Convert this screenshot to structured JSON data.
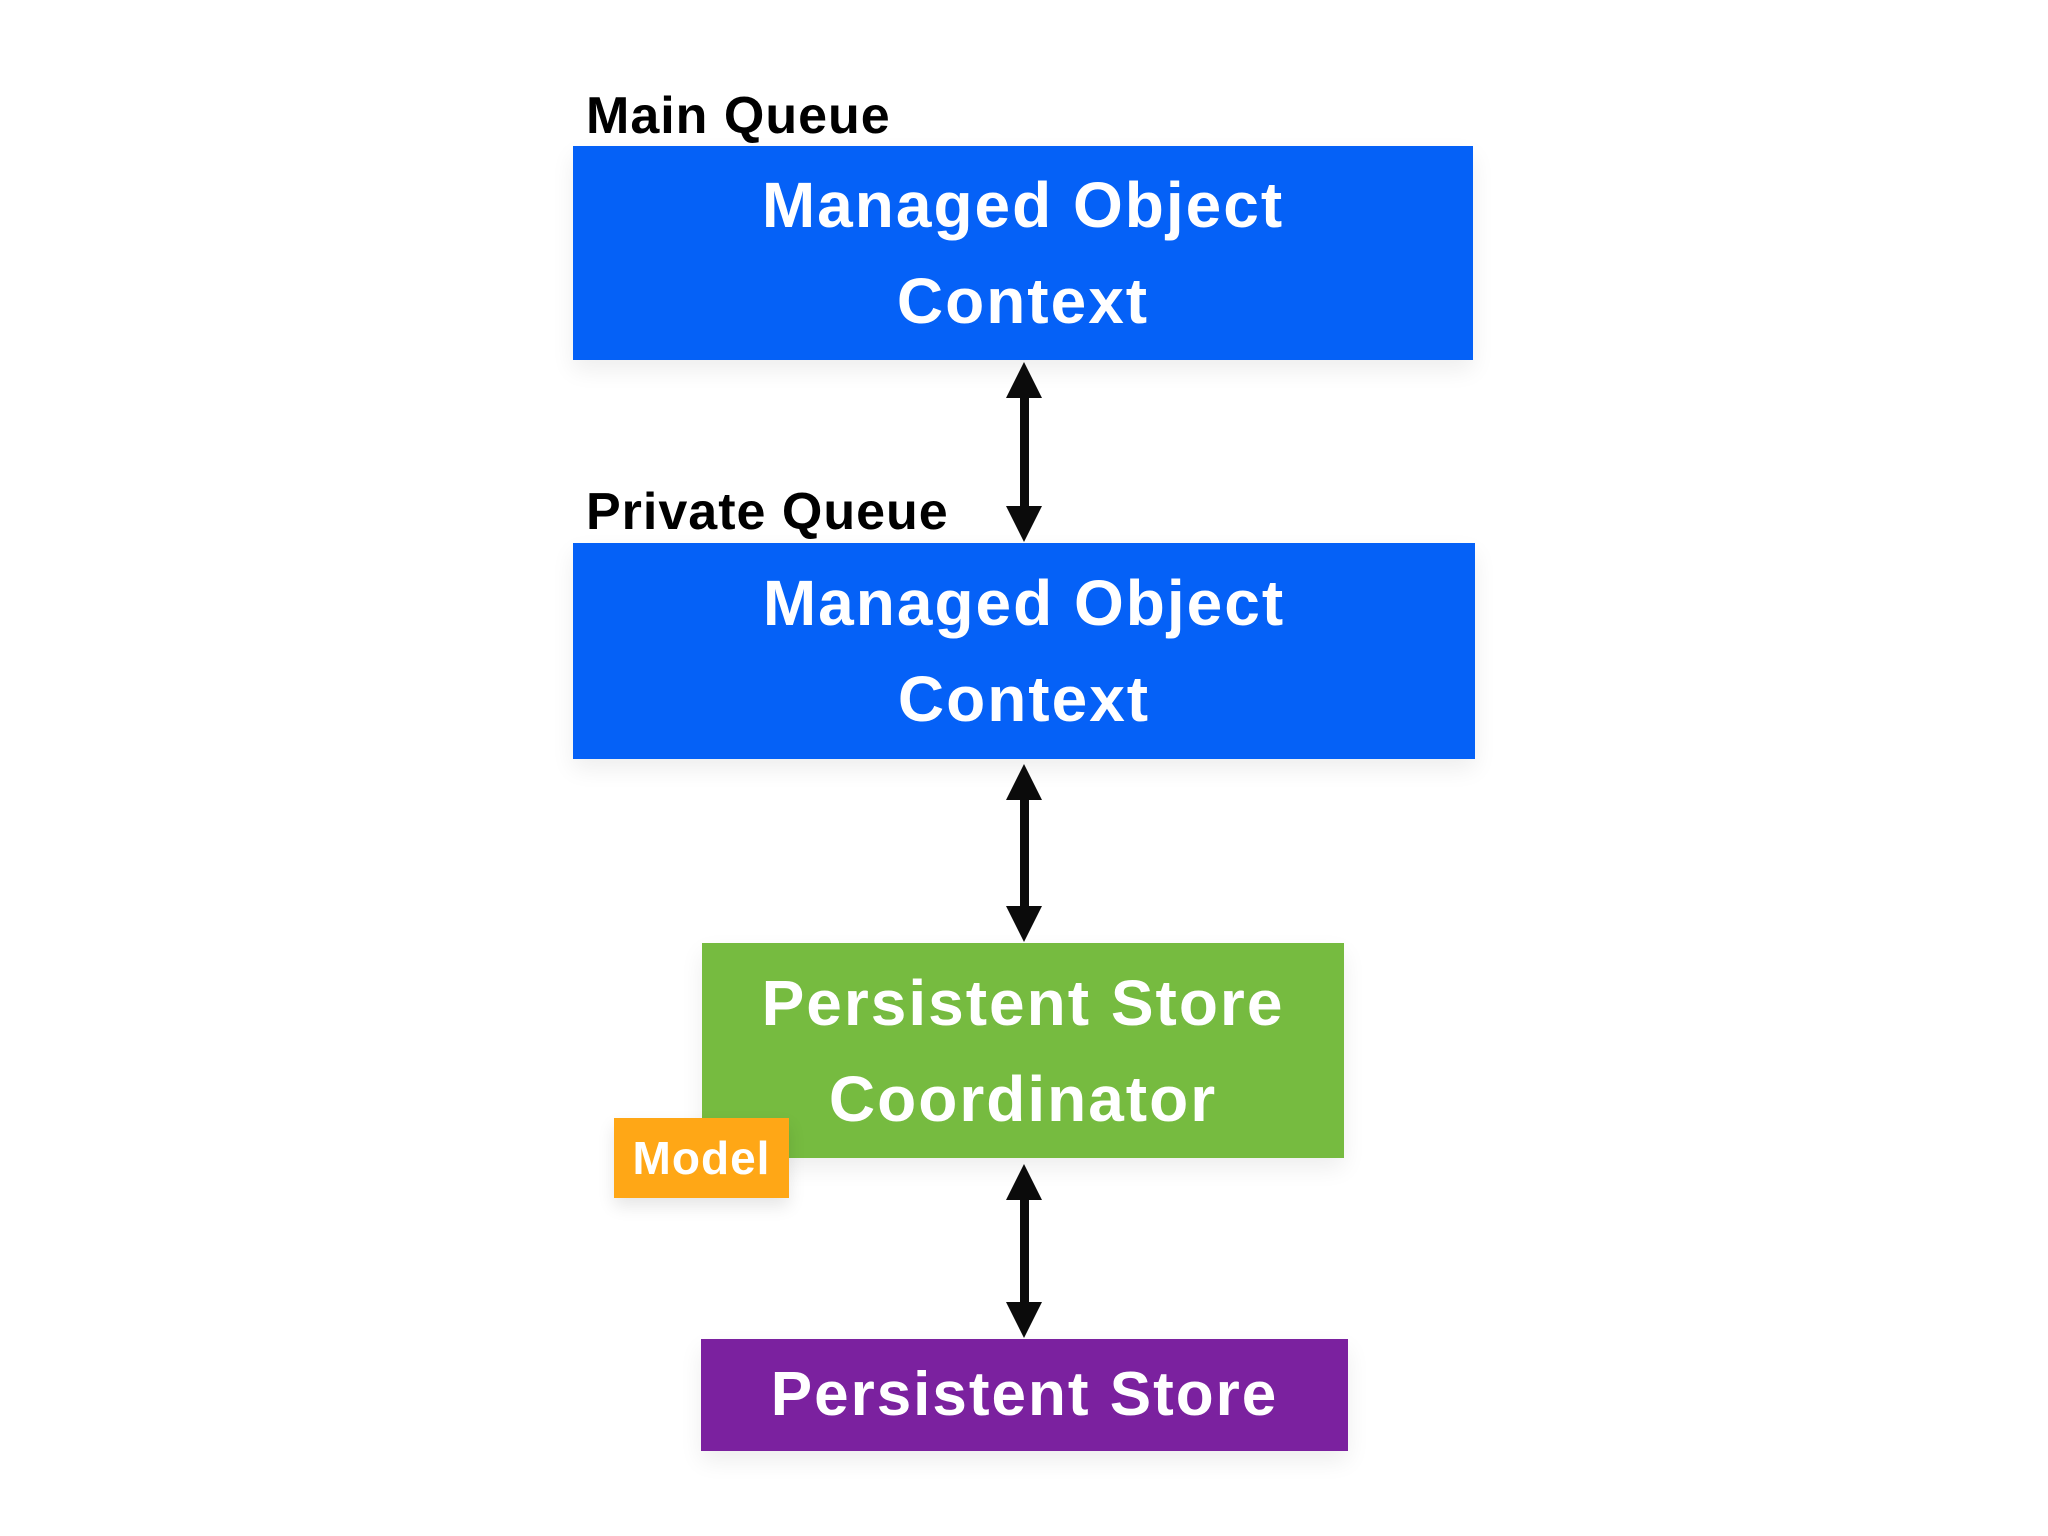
{
  "diagram": {
    "background": "#ffffff",
    "arrow_color": "#0b0b0b",
    "labels": {
      "main_queue": "Main Queue",
      "private_queue": "Private Queue"
    },
    "boxes": {
      "moc_main": {
        "text": "Managed Object\nContext",
        "color": "#0561f7",
        "text_color": "#ffffff"
      },
      "moc_private": {
        "text": "Managed Object\nContext",
        "color": "#0561f7",
        "text_color": "#ffffff"
      },
      "persistent_store_coordinator": {
        "text": "Persistent Store\nCoordinator",
        "color": "#76bb40",
        "text_color": "#ffffff"
      },
      "model": {
        "text": "Model",
        "color": "#ffa716",
        "text_color": "#ffffff"
      },
      "persistent_store": {
        "text": "Persistent Store",
        "color": "#7b219f",
        "text_color": "#ffffff"
      }
    }
  }
}
